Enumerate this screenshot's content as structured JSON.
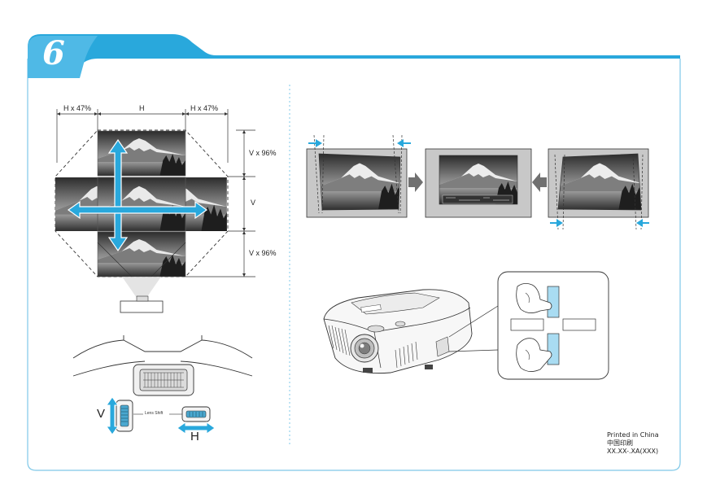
{
  "step": {
    "number": "6"
  },
  "keystone_diagram": {
    "label_left": "H x 47%",
    "label_center": "H",
    "label_right": "H x 47%",
    "label_top": "V x 96%",
    "label_middle": "V",
    "label_bottom": "V x 96%"
  },
  "lens_shift": {
    "label": "Lens Shift",
    "vertical_label": "V",
    "horizontal_label": "H"
  },
  "footer": {
    "line1": "Printed in China",
    "line2": "中国印刷",
    "line3": "XX.XX-.XA(XXX)"
  },
  "colors": {
    "accent": "#29a8dc",
    "frame": "#7fc8e8",
    "arrow": "#1f9fd6",
    "panel_gray": "#c8c8c8",
    "remote_button": "#a9dcf2"
  }
}
